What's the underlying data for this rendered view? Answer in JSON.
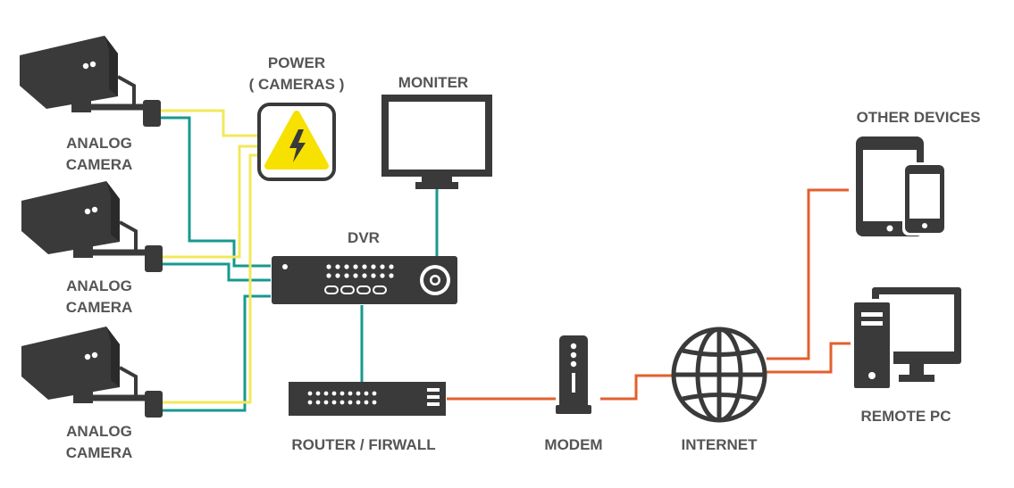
{
  "colors": {
    "device": "#3a3a3a",
    "label": "#555555",
    "power_wire": "#f2e85a",
    "video_wire": "#17998f",
    "network_wire": "#e35f2e",
    "power_badge": "#f7e100"
  },
  "cameras": [
    {
      "line1": "ANALOG",
      "line2": "CAMERA"
    },
    {
      "line1": "ANALOG",
      "line2": "CAMERA"
    },
    {
      "line1": "ANALOG",
      "line2": "CAMERA"
    }
  ],
  "power": {
    "line1": "POWER",
    "line2": "( CAMERAS )",
    "icon": "lightning-bolt-icon"
  },
  "monitor": {
    "label": "MONITER"
  },
  "dvr": {
    "label": "DVR"
  },
  "router": {
    "label": "ROUTER / FIRWALL"
  },
  "modem": {
    "label": "MODEM"
  },
  "internet": {
    "label": "INTERNET",
    "icon": "globe-icon"
  },
  "other_devices": {
    "label": "OTHER DEVICES",
    "icons": [
      "tablet-icon",
      "phone-icon"
    ]
  },
  "remote_pc": {
    "label": "REMOTE PC",
    "icons": [
      "pc-tower-icon",
      "desktop-monitor-icon"
    ]
  }
}
